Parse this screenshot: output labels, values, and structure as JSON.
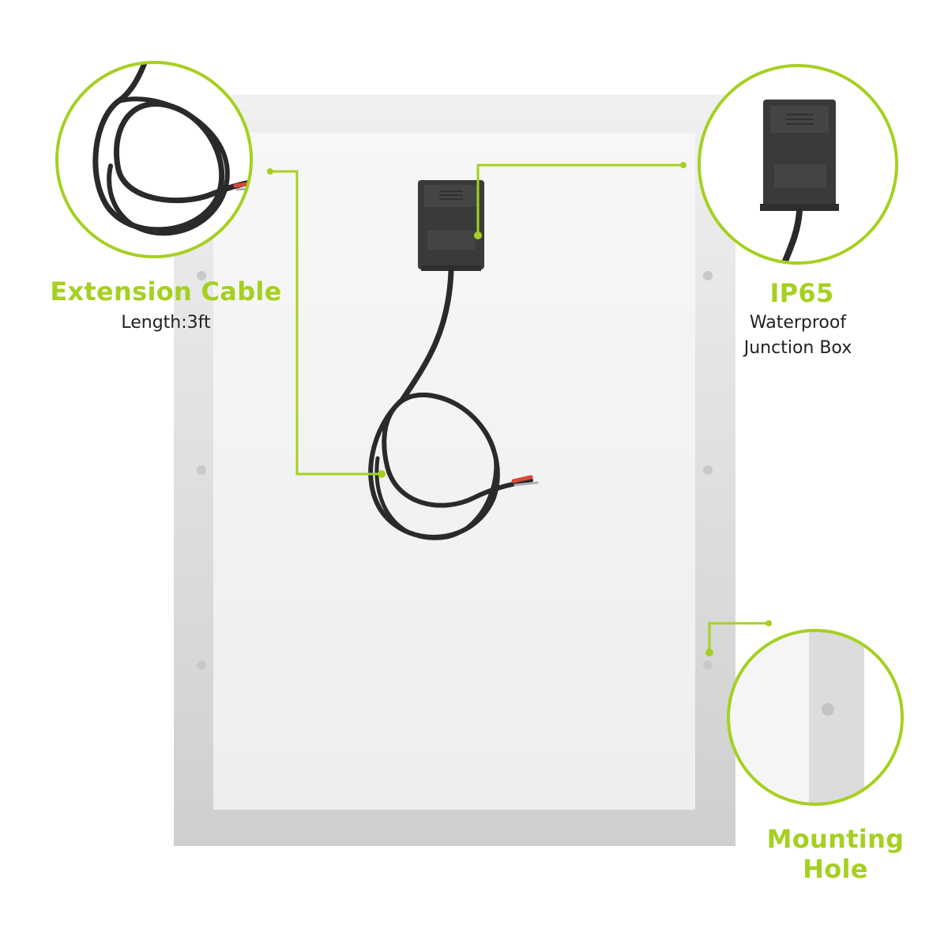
{
  "colors": {
    "accent": "#a5d021",
    "frame": "#d8d8d8",
    "panel": "#f4f4f4",
    "cable": "#2a2a2a",
    "junction_box": "#3a3a3a",
    "hole": "#c8c8c8"
  },
  "callouts": {
    "extension_cable": {
      "title": "Extension Cable",
      "detail": "Length:3ft"
    },
    "junction_box": {
      "title": "IP65",
      "detail_line1": "Waterproof",
      "detail_line2": "Junction Box"
    },
    "mounting_hole": {
      "title": "Mounting Hole"
    }
  }
}
